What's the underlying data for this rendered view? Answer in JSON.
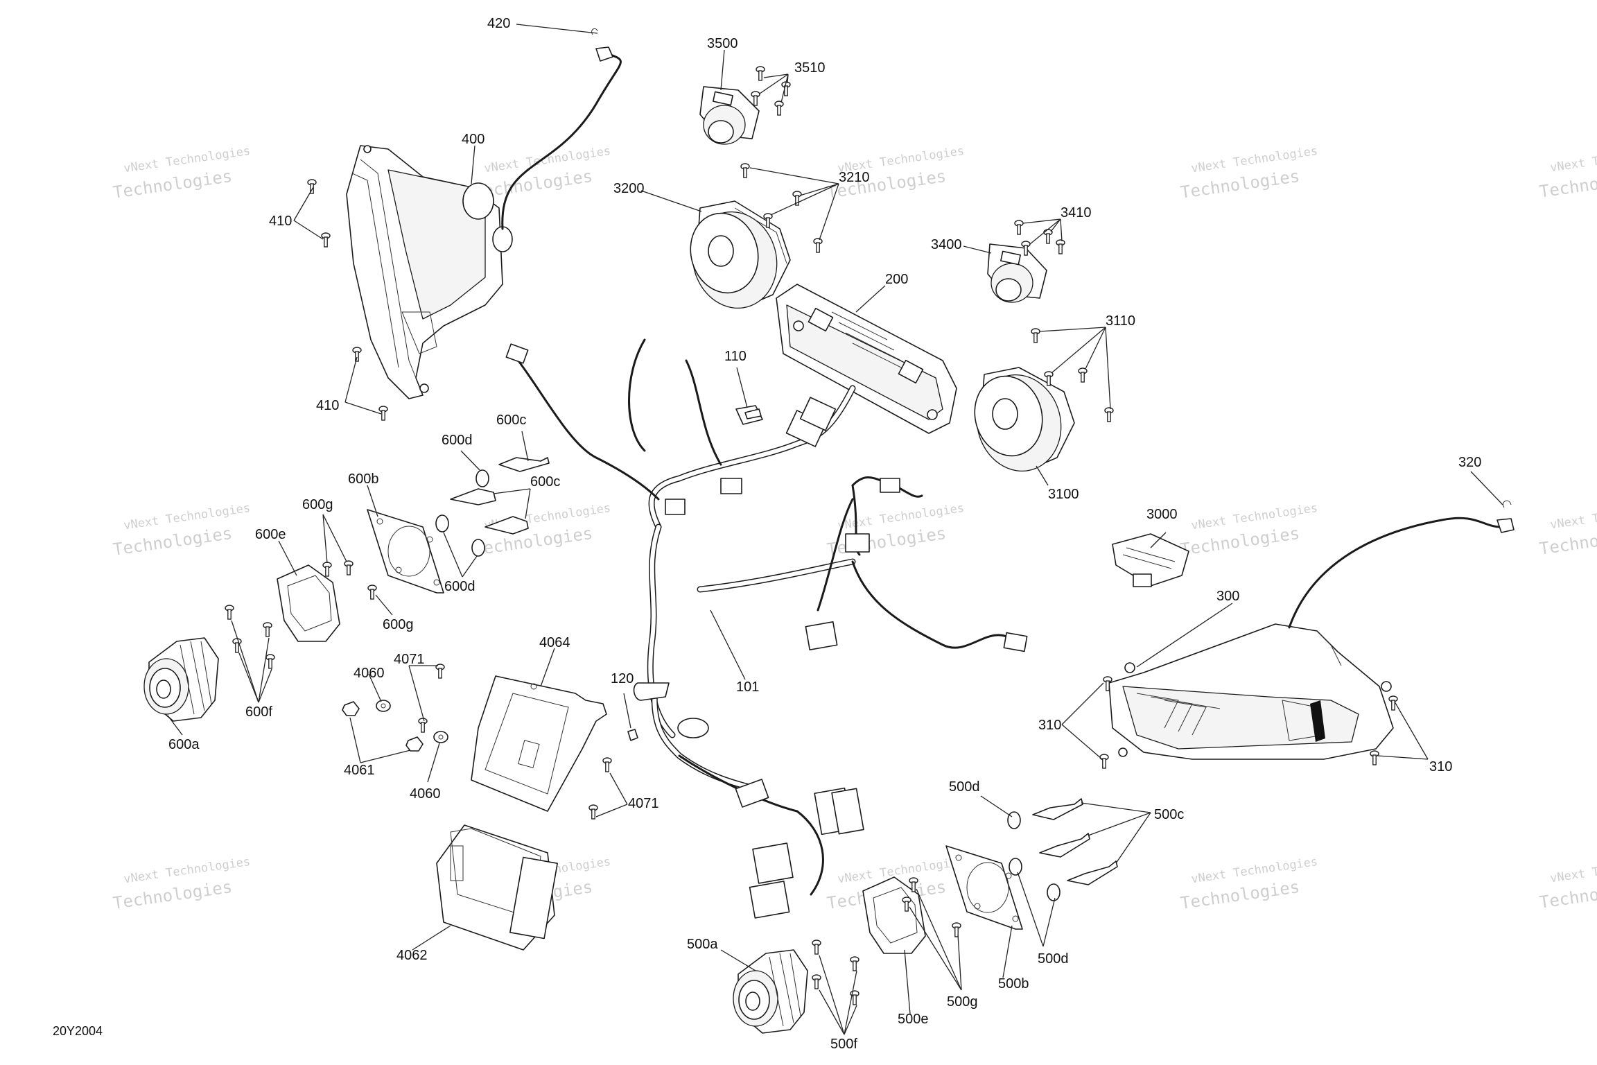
{
  "diagram_code": "20Y2004",
  "watermark": {
    "line1": "vNext Technologies",
    "line2": "Technologies"
  },
  "labels": {
    "l420": "420",
    "l400": "400",
    "l410a": "410",
    "l410b": "410",
    "l3500": "3500",
    "l3510": "3510",
    "l3200": "3200",
    "l3210": "3210",
    "l3410": "3410",
    "l3400": "3400",
    "l200": "200",
    "l3110": "3110",
    "l3100": "3100",
    "l110": "110",
    "l600d_top": "600d",
    "l600c_top": "600c",
    "l600c_mid": "600c",
    "l600b": "600b",
    "l600g_top": "600g",
    "l600e": "600e",
    "l600d_bot": "600d",
    "l600g_bot": "600g",
    "l600f": "600f",
    "l600a": "600a",
    "l4064": "4064",
    "l4071_top": "4071",
    "l4060_top": "4060",
    "l4061": "4061",
    "l4060_bot": "4060",
    "l4071_bot": "4071",
    "l4062": "4062",
    "l120": "120",
    "l101": "101",
    "l3000": "3000",
    "l320": "320",
    "l300": "300",
    "l310_left": "310",
    "l310_right": "310",
    "l500d_top": "500d",
    "l500c": "500c",
    "l500d_bot": "500d",
    "l500b": "500b",
    "l500g": "500g",
    "l500e": "500e",
    "l500a": "500a",
    "l500f": "500f"
  }
}
